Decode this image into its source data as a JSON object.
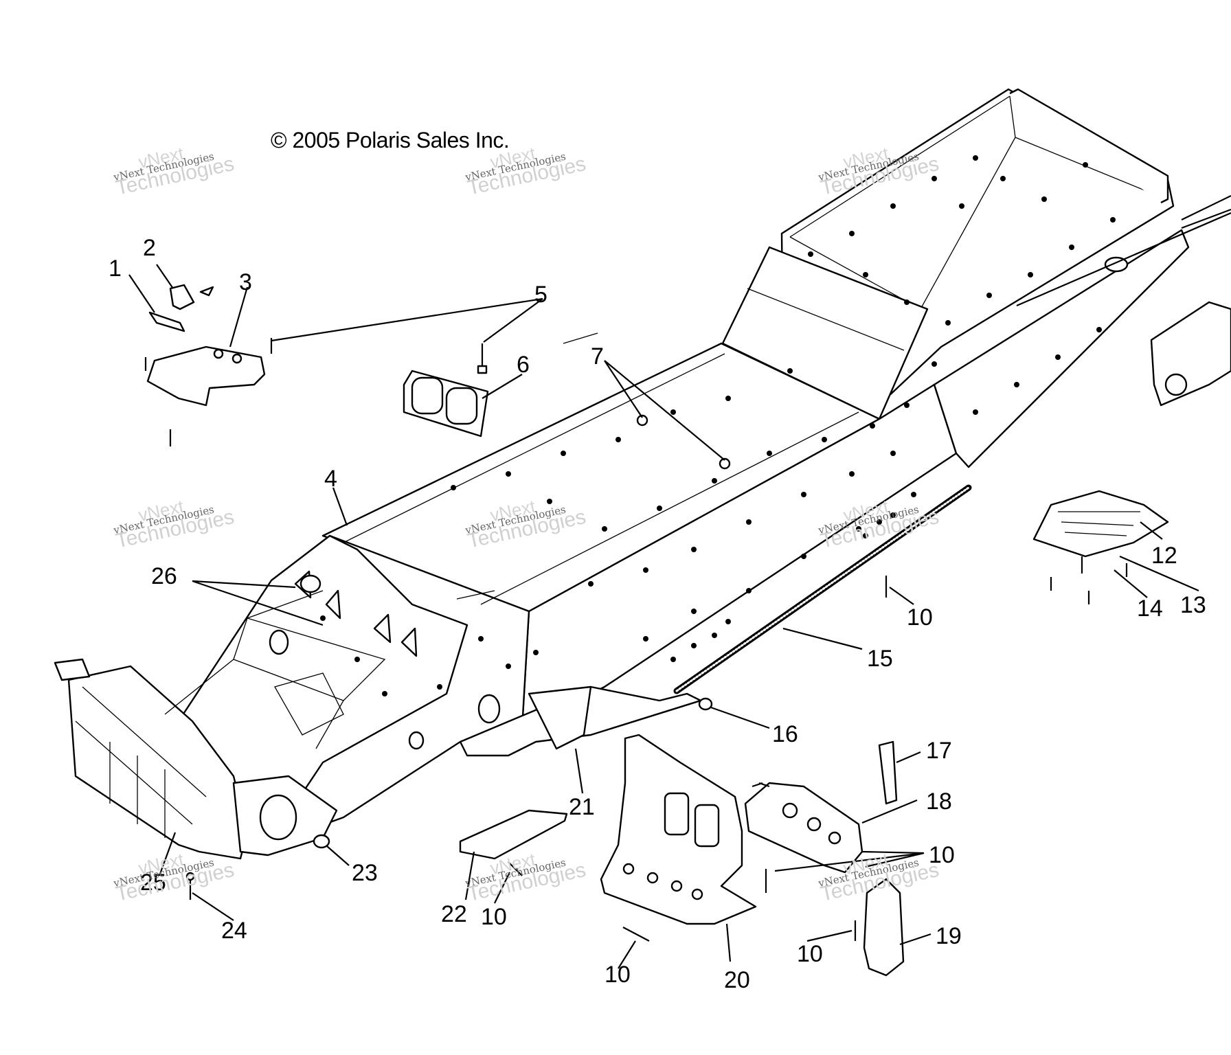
{
  "copyright": "© 2005 Polaris Sales Inc.",
  "watermark": {
    "line1": "vNext",
    "line2": "vNext Technologies",
    "line3": "Technologies"
  },
  "callouts": [
    {
      "id": "c1",
      "text": "1"
    },
    {
      "id": "c2",
      "text": "2"
    },
    {
      "id": "c3",
      "text": "3"
    },
    {
      "id": "c4",
      "text": "4"
    },
    {
      "id": "c5",
      "text": "5"
    },
    {
      "id": "c6",
      "text": "6"
    },
    {
      "id": "c7",
      "text": "7"
    },
    {
      "id": "c10a",
      "text": "10"
    },
    {
      "id": "c10b",
      "text": "10"
    },
    {
      "id": "c10c",
      "text": "10"
    },
    {
      "id": "c10d",
      "text": "10"
    },
    {
      "id": "c10e",
      "text": "10"
    },
    {
      "id": "c12",
      "text": "12"
    },
    {
      "id": "c13",
      "text": "13"
    },
    {
      "id": "c14",
      "text": "14"
    },
    {
      "id": "c15",
      "text": "15"
    },
    {
      "id": "c16",
      "text": "16"
    },
    {
      "id": "c17",
      "text": "17"
    },
    {
      "id": "c18",
      "text": "18"
    },
    {
      "id": "c19",
      "text": "19"
    },
    {
      "id": "c20",
      "text": "20"
    },
    {
      "id": "c21",
      "text": "21"
    },
    {
      "id": "c22",
      "text": "22"
    },
    {
      "id": "c23",
      "text": "23"
    },
    {
      "id": "c24",
      "text": "24"
    },
    {
      "id": "c25",
      "text": "25"
    },
    {
      "id": "c26",
      "text": "26"
    }
  ]
}
